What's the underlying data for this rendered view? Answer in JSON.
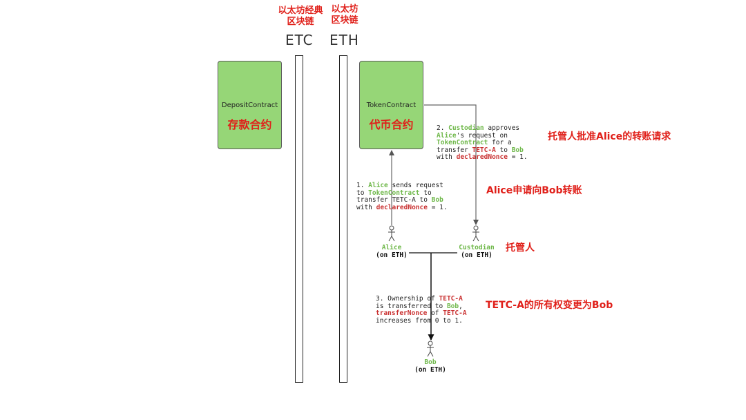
{
  "chains": {
    "etc": {
      "cn_line1": "以太坊经典",
      "cn_line2": "区块链",
      "label": "ETC"
    },
    "eth": {
      "cn_line1": "以太坊",
      "cn_line2": "区块链",
      "label": "ETH"
    }
  },
  "contracts": {
    "deposit": {
      "name": "DepositContract",
      "cn": "存款合约"
    },
    "token": {
      "name": "TokenContract",
      "cn": "代币合约"
    }
  },
  "steps": {
    "step2": {
      "l1a": "2. ",
      "l1b": "Custodian",
      "l1c": " approves",
      "l2a": "Alice",
      "l2b": "'s request on",
      "l3a": "TokenContract",
      "l3b": " for a",
      "l4a": "transfer ",
      "l4b": "TETC-A",
      "l4c": " to ",
      "l4d": "Bob",
      "l5a": "with ",
      "l5b": "declaredNonce",
      "l5c": " = 1."
    },
    "step1": {
      "l1a": "1. ",
      "l1b": "Alice",
      "l1c": " sends request",
      "l2a": "to ",
      "l2b": "TokenContract",
      "l2c": " to",
      "l3a": "transfer TETC-A to ",
      "l3b": "Bob",
      "l4a": "with ",
      "l4b": "declaredNonce",
      "l4c": " = 1."
    },
    "step3": {
      "l1a": "3. Ownership of ",
      "l1b": "TETC-A",
      "l2a": "is transferred to ",
      "l2b": "Bob",
      "l2c": ",",
      "l3a": "transferNonce",
      "l3b": " of ",
      "l3c": "TETC-A",
      "l4a": "increases from 0 to 1."
    }
  },
  "annotations": {
    "approve": "托管人批准Alice的转账请求",
    "request": "Alice申请向Bob转账",
    "custodian": "托管人",
    "ownership": "TETC-A的所有权变更为Bob"
  },
  "actors": {
    "alice": {
      "name": "Alice",
      "sub": "(on ETH)"
    },
    "custodian": {
      "name": "Custodian",
      "sub": "(on ETH)"
    },
    "bob": {
      "name": "Bob",
      "sub": "(on ETH)"
    }
  },
  "colors": {
    "contract_fill": "#96d677",
    "highlight_green": "#6fb84a",
    "highlight_red": "#c93030",
    "annotation_red": "#e0201a"
  }
}
